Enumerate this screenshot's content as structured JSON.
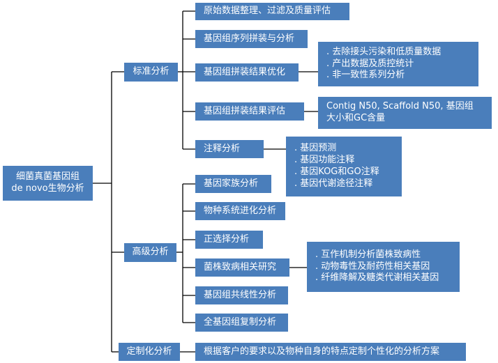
{
  "root": {
    "line1": "细菌真菌基因组",
    "line2": "de novo生物分析"
  },
  "categories": {
    "standard": "标准分析",
    "advanced": "高级分析",
    "custom": "定制化分析"
  },
  "standard_items": [
    "原始数据整理、过滤及质量评估",
    "基因组序列拼装与分析",
    "基因组拼装结果优化",
    "基因组拼装结果评估",
    "注释分析"
  ],
  "standard_notes": {
    "optimize": [
      ". 去除接头污染和低质量数据",
      ". 产出数据及质控统计",
      ". 非一致性系列分析"
    ],
    "evaluate": [
      "Contig N50, Scaffold N50, 基因组",
      "大小和GC含量"
    ],
    "annotation": [
      ". 基因预测",
      ". 基因功能注释",
      ". 基因KOG和GO注释",
      ". 基因代谢途径注释"
    ]
  },
  "advanced_items": [
    "基因家族分析",
    "物种系统进化分析",
    "正选择分析",
    "菌株致病相关研究",
    "基因组共线性分析",
    "全基因组复制分析"
  ],
  "advanced_notes": {
    "pathogenic": [
      ". 互作机制分析菌株致病性",
      ". 动物毒性及耐药性相关基因",
      ". 纤维降解及糖类代谢相关基因"
    ]
  },
  "custom_note": "根据客户的要求以及物种自身的特点定制个性化的分析方案",
  "colors": {
    "box": "#4a7ebb",
    "line": "#000000",
    "text": "#ffffff"
  }
}
